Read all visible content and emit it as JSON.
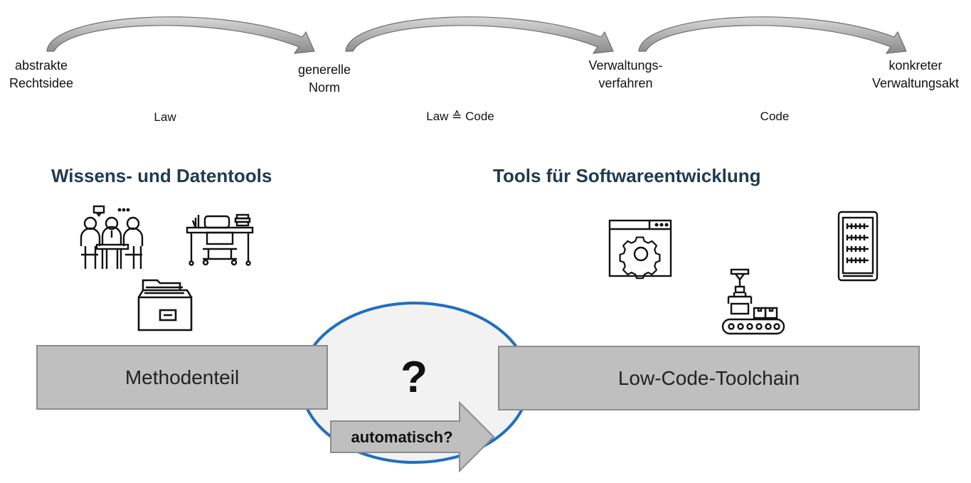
{
  "stages": {
    "s1": "abstrakte\nRechtsidee",
    "s2": "generelle\nNorm",
    "s3": "Verwaltungs-\nverfahren",
    "s4": "konkreter\nVerwaltungsakt"
  },
  "phases": {
    "p1": "Law",
    "p2": "Law ≙ Code",
    "p3": "Code"
  },
  "sections": {
    "left_title": "Wissens- und Datentools",
    "right_title": "Tools für Softwareentwicklung"
  },
  "boxes": {
    "left": "Methodenteil",
    "right": "Low-Code-Toolchain"
  },
  "center": {
    "question": "?",
    "arrow_label": "automatisch?"
  },
  "colors": {
    "title": "#1f3a52",
    "ellipse_stroke": "#1f6fbf",
    "box_fill": "#bfbfbf",
    "arrow_fill": "#bfbfbf"
  }
}
